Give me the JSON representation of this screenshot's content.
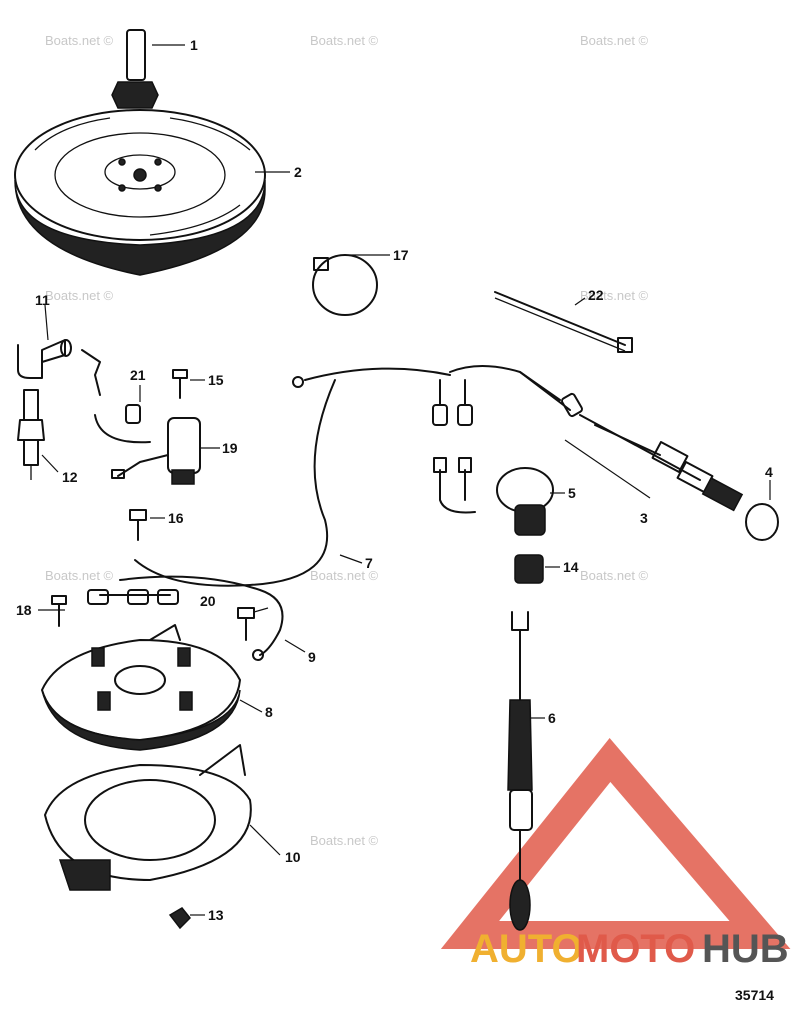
{
  "watermark": "Boats.net ©",
  "callouts": [
    "1",
    "2",
    "3",
    "4",
    "5",
    "6",
    "7",
    "8",
    "9",
    "10",
    "11",
    "12",
    "13",
    "14",
    "15",
    "16",
    "17",
    "18",
    "19",
    "20",
    "21",
    "22"
  ],
  "reference_number": "35714",
  "logo": {
    "part1": "AUTO",
    "part2": "MOTO",
    "part3": "HUB",
    "accent": "#e05a4a",
    "secondary": "#f0b030",
    "dark": "#555555"
  }
}
